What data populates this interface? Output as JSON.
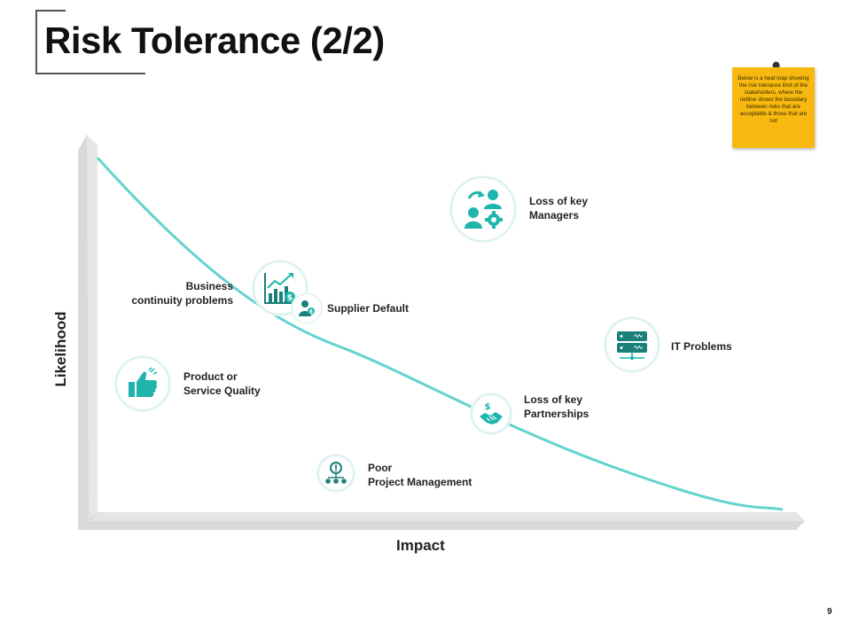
{
  "slide": {
    "title": "Risk Tolerance (2/2)",
    "page_number": "9"
  },
  "note": {
    "text": "Below is a heat map showing the risk tolerance limit of the stakeholders, where the redline shows the boundary between risks that are acceptable & those that are not"
  },
  "axes": {
    "y_label": "Likelihood",
    "x_label": "Impact"
  },
  "colors": {
    "accent": "#1fb5ad",
    "curve": "#63d3cd",
    "axis": "#d9d9d9",
    "note": "#f7b90f"
  },
  "risks": [
    {
      "key": "loss-of-key-managers",
      "line1": "Loss of key",
      "line2": "Managers",
      "icon": "people-gear-icon"
    },
    {
      "key": "business-continuity",
      "line1": "Business",
      "line2": "continuity problems",
      "icon": "growth-chart-icon"
    },
    {
      "key": "supplier-default",
      "line1": "Supplier Default",
      "line2": "",
      "icon": "supplier-icon"
    },
    {
      "key": "it-problems",
      "line1": "IT Problems",
      "line2": "",
      "icon": "server-icon"
    },
    {
      "key": "product-quality",
      "line1": "Product or",
      "line2": "Service Quality",
      "icon": "thumbs-up-icon"
    },
    {
      "key": "loss-of-key-partnerships",
      "line1": "Loss of key",
      "line2": "Partnerships",
      "icon": "handshake-icon"
    },
    {
      "key": "poor-project-management",
      "line1": "Poor",
      "line2": "Project Management",
      "icon": "alert-hierarchy-icon"
    }
  ]
}
